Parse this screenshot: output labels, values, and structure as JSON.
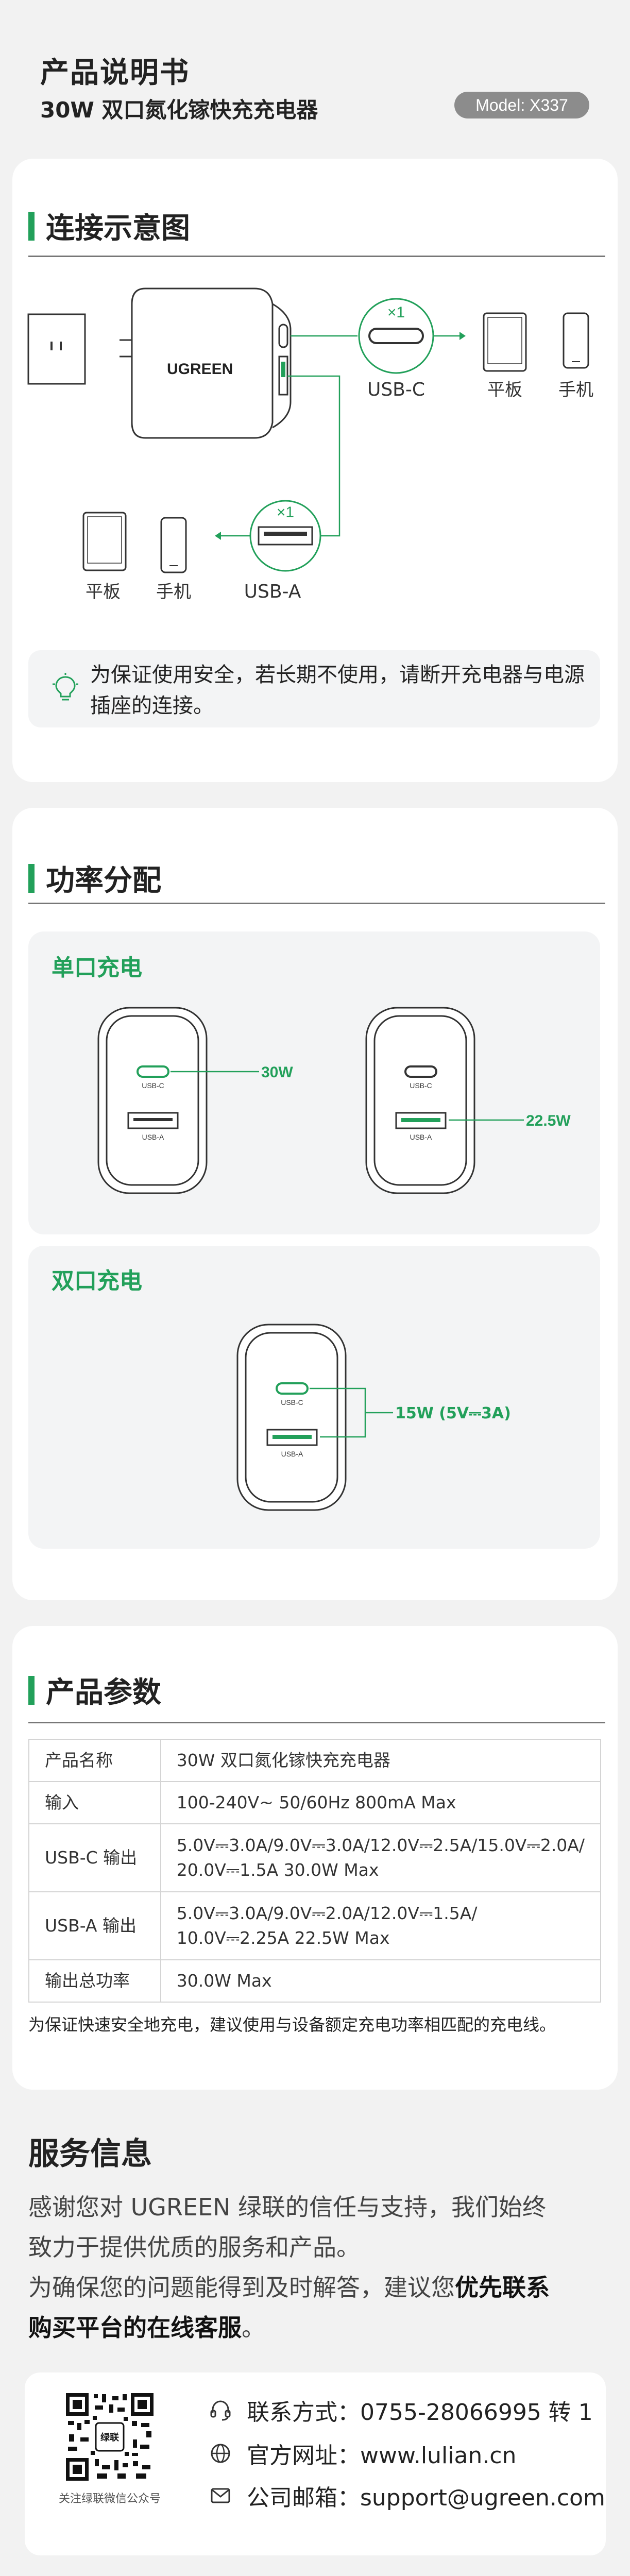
{
  "header": {
    "title": "产品说明书",
    "subtitle": "30W 双口氮化镓快充充电器",
    "model": "Model: X337"
  },
  "connection": {
    "heading": "连接示意图",
    "brand_on_device": "UGREEN",
    "usb_c_count": "×1",
    "usb_c_label": "USB-C",
    "usb_a_count": "×1",
    "usb_a_label": "USB-A",
    "tablet_label": "平板",
    "phone_label": "手机",
    "notice": "为保证使用安全，若长期不使用，请断开充电器与电源插座的连接。"
  },
  "power": {
    "heading": "功率分配",
    "single_title": "单口充电",
    "dual_title": "双口充电",
    "port_c": "USB-C",
    "port_a": "USB-A",
    "single_c_power": "30W",
    "single_a_power": "22.5W",
    "dual_power": "15W (5V⎓3A)"
  },
  "params": {
    "heading": "产品参数",
    "rows": [
      {
        "key": "产品名称",
        "value": "30W 双口氮化镓快充充电器"
      },
      {
        "key": "输入",
        "value": "100-240V~ 50/60Hz 800mA Max"
      },
      {
        "key": "USB-C 输出",
        "value": "5.0V⎓3.0A/9.0V⎓3.0A/12.0V⎓2.5A/15.0V⎓2.0A/ 20.0V⎓1.5A 30.0W Max"
      },
      {
        "key": "USB-A 输出",
        "value": "5.0V⎓3.0A/9.0V⎓2.0A/12.0V⎓1.5A/ 10.0V⎓2.25A 22.5W Max"
      },
      {
        "key": "输出总功率",
        "value": "30.0W Max"
      }
    ],
    "note": "为保证快速安全地充电，建议使用与设备额定充电功率相匹配的充电线。"
  },
  "service": {
    "heading": "服务信息",
    "line1": "感谢您对 UGREEN 绿联的信任与支持，我们始终",
    "line2": "致力于提供优质的服务和产品。",
    "line3": "为确保您的问题能得到及时解答，建议您",
    "line3_bold": "优先联系",
    "line4_bold": "购买平台的在线客服",
    "line4_end": "。",
    "qr_caption": "关注绿联微信公众号",
    "qr_center": "绿联",
    "phone": "联系方式：0755-28066995 转 1",
    "website": "官方网址：www.lulian.cn",
    "email": "公司邮箱：support@ugreen.com"
  }
}
